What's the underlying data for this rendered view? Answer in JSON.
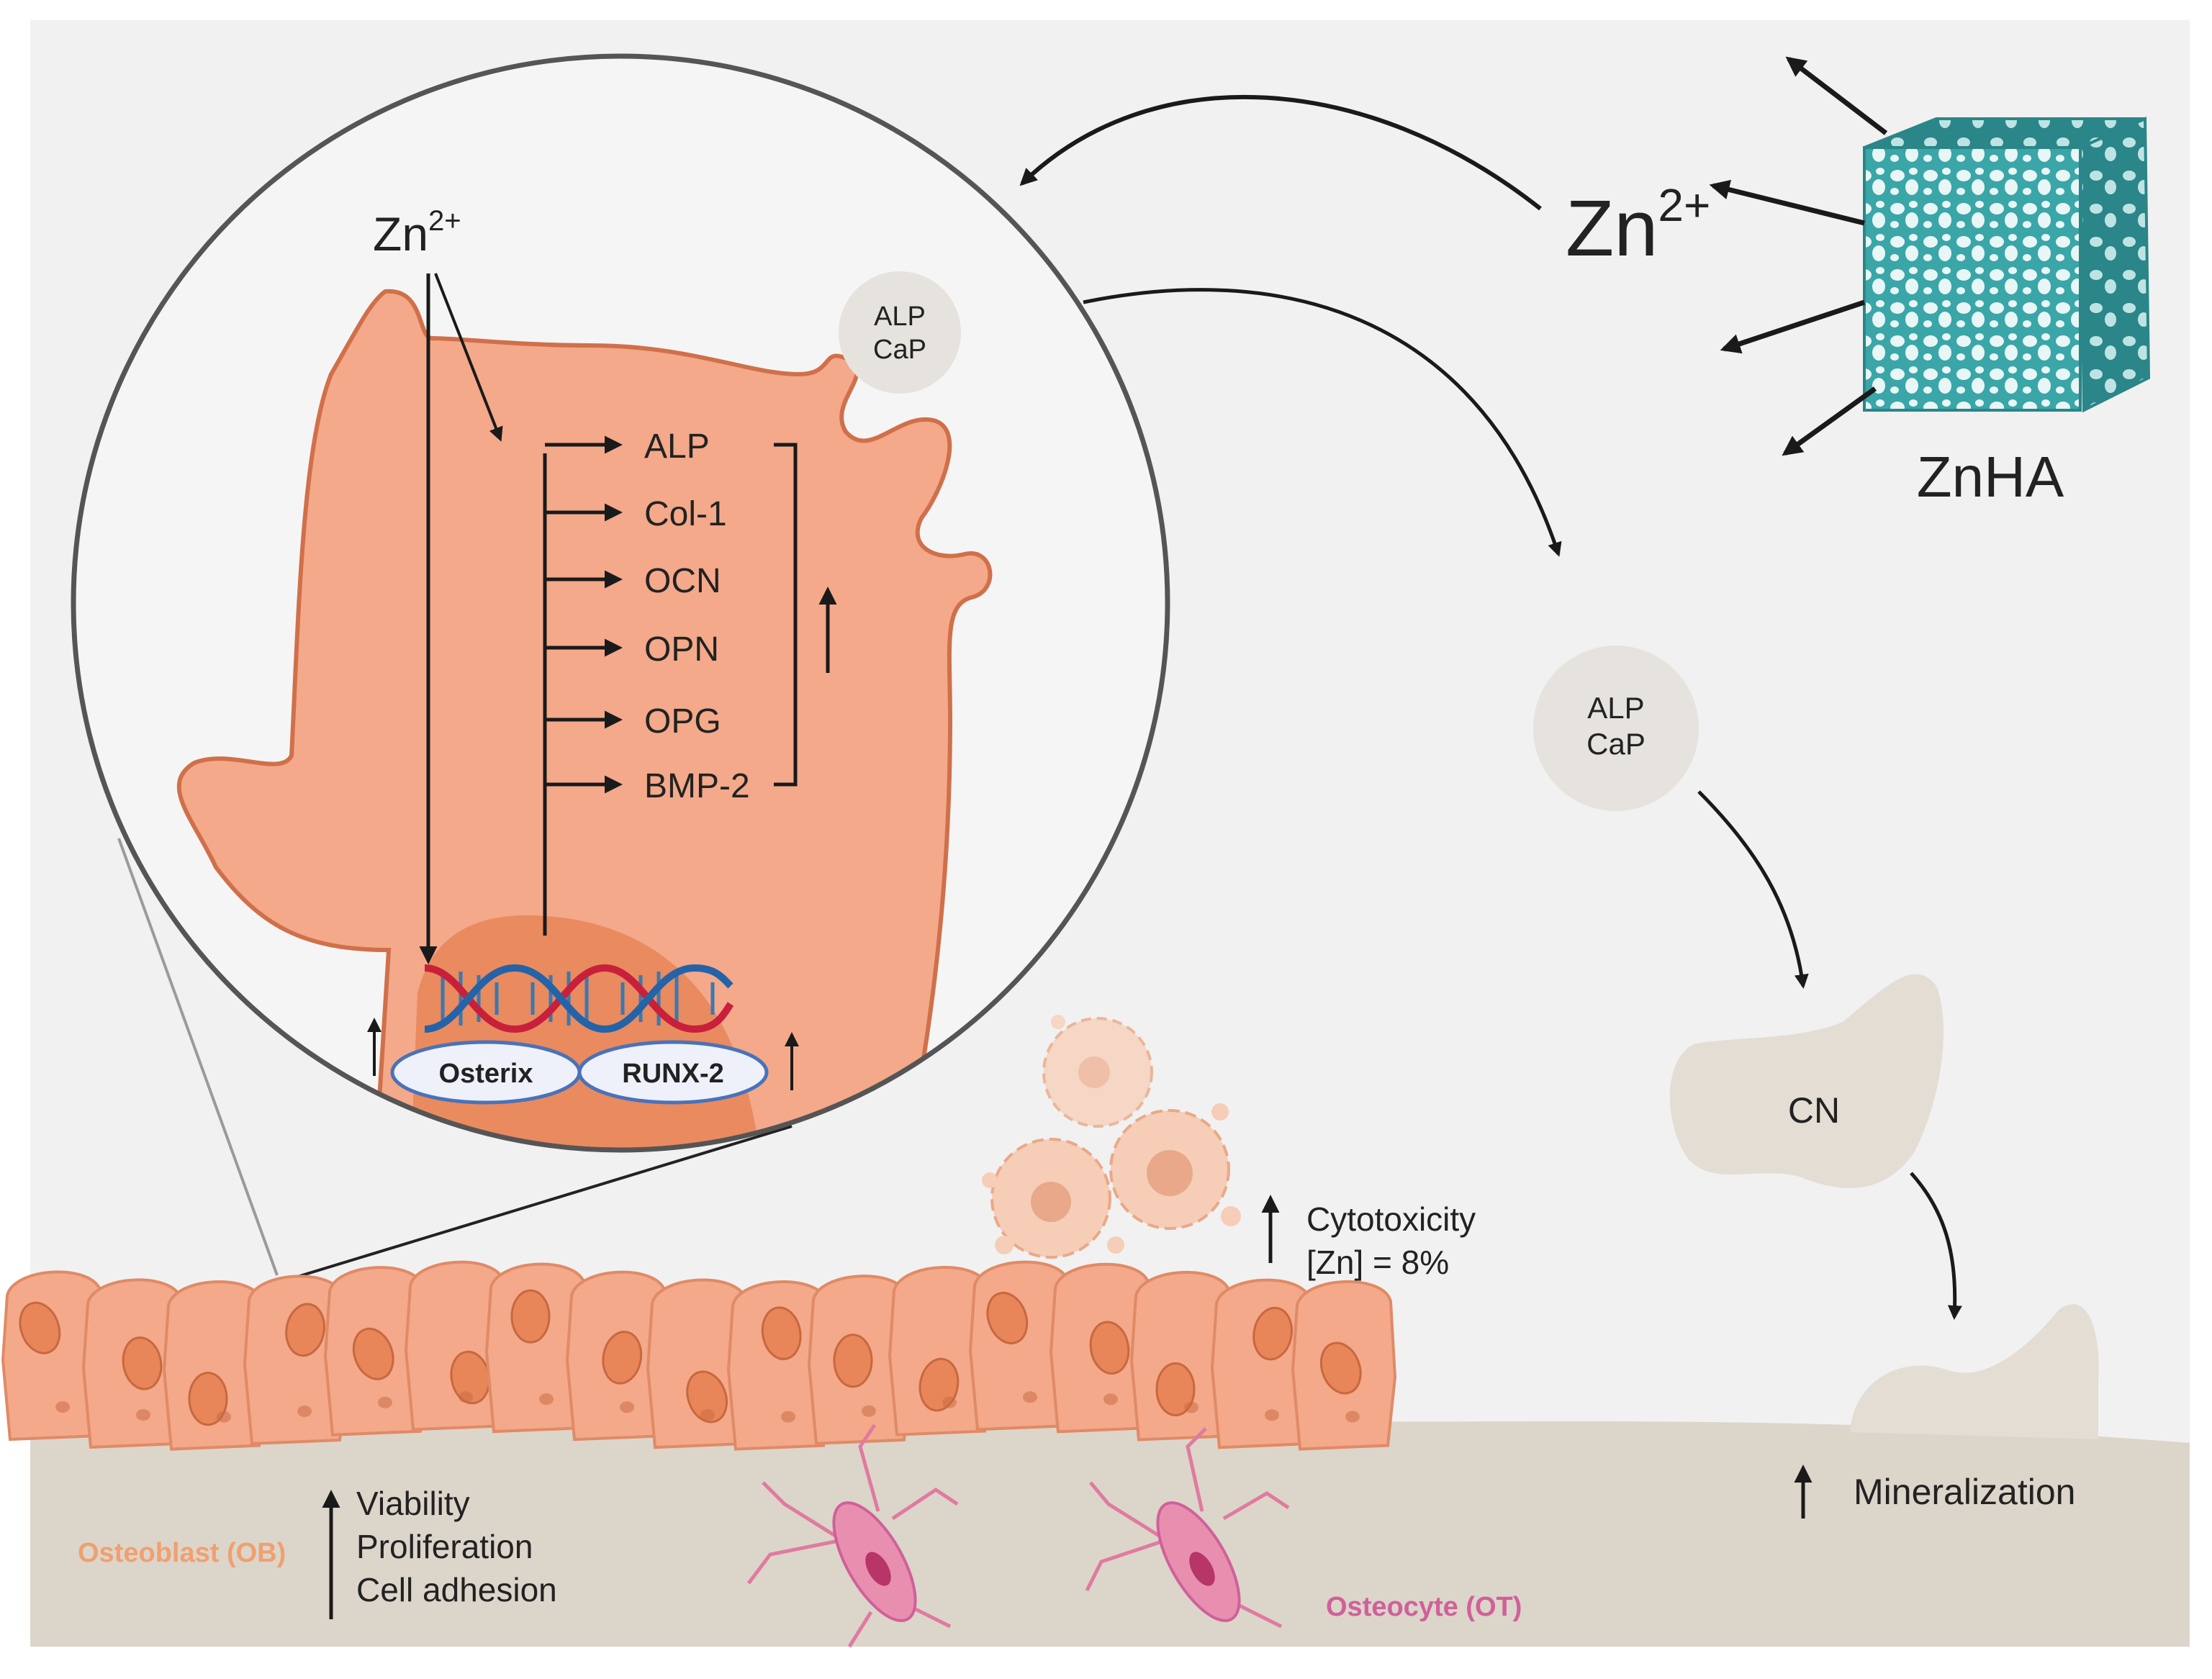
{
  "zn_ion": {
    "base": "Zn",
    "charge": "2+"
  },
  "scaffold": {
    "name": "ZnHA"
  },
  "alp_cap": {
    "line1": "ALP",
    "line2": "CaP"
  },
  "gene_targets": [
    "ALP",
    "Col-1",
    "OCN",
    "OPN",
    "OPG",
    "BMP-2"
  ],
  "transcription_factors": {
    "osterix": "Osterix",
    "runx2": "RUNX-2"
  },
  "cn_label": "CN",
  "cytotoxicity": {
    "line1": "Cytotoxicity",
    "line2": "[Zn] = 8%"
  },
  "osteoblast_label": "Osteoblast (OB)",
  "osteocyte_label": "Osteocyte (OT)",
  "effects": [
    "Viability",
    "Proliferation",
    "Cell adhesion"
  ],
  "mineralization_label": "Mineralization",
  "colors": {
    "background": "#f1f1f1",
    "cell": "#f3a98a",
    "cell_outline": "#d0704a",
    "nucleus": "#e8865a",
    "bone": "#dcd5ca",
    "scaffold": "#3aa6a8",
    "osteocyte": "#e07aa0",
    "osteoblast_text": "#f0a070",
    "osteocyte_text": "#d0609a"
  }
}
